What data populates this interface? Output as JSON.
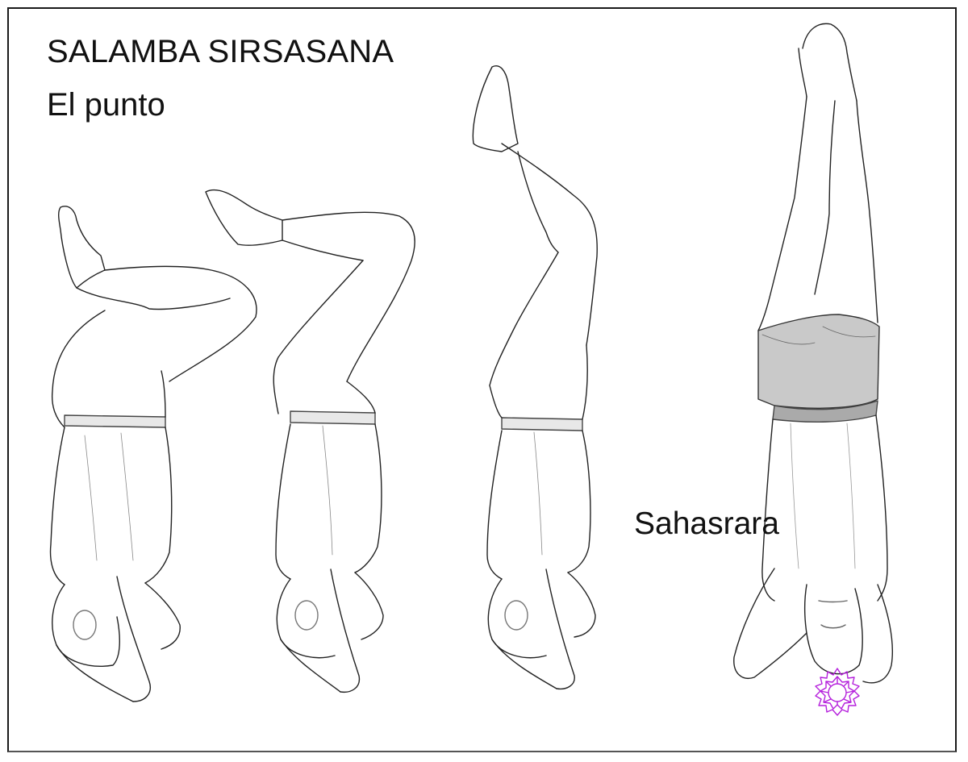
{
  "poster": {
    "title": "SALAMBA SIRSASANA",
    "subtitle": "El punto",
    "annotation": "Sahasrara",
    "accent_color": "#b520dc",
    "line_color": "#222222",
    "figures": [
      {
        "id": 1,
        "description": "headstand, both knees bent, feet pointing up-left"
      },
      {
        "id": 2,
        "description": "headstand, knees bent, one foot extended outward"
      },
      {
        "id": 3,
        "description": "headstand, legs rising, one leg lifted higher"
      },
      {
        "id": 4,
        "description": "full headstand, legs straight up"
      }
    ],
    "icons": {
      "chakra": "crown-chakra-lotus-icon"
    }
  }
}
